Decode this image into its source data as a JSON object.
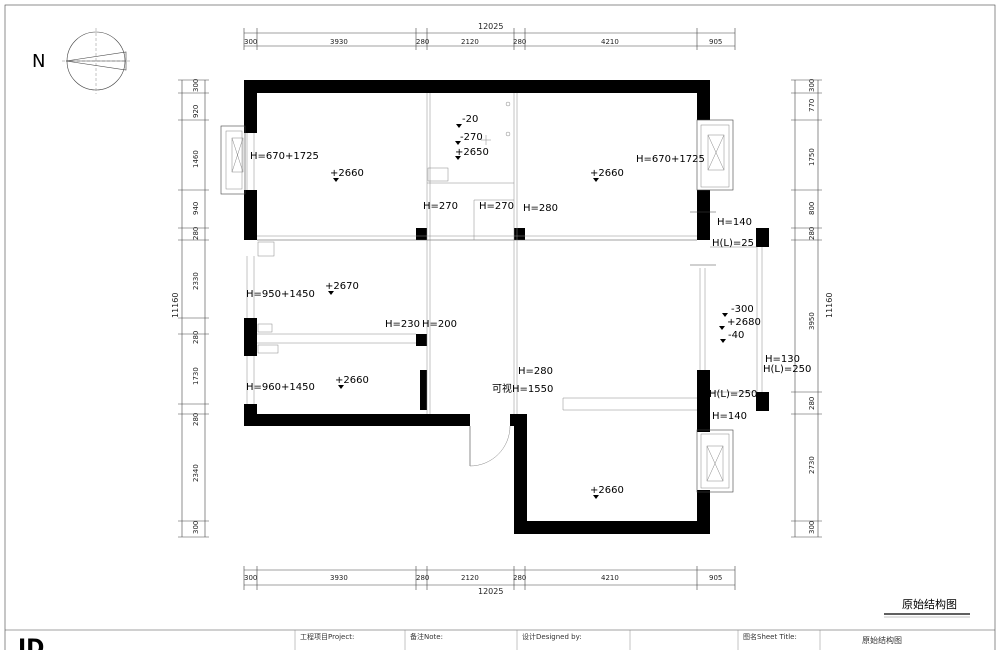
{
  "drawing": {
    "compass_letter": "N",
    "top_total": "12025",
    "bottom_total": "12025",
    "left_total": "11160",
    "right_total": "11160",
    "top_dims": [
      "300",
      "3930",
      "280",
      "2120",
      "280",
      "4210",
      "905"
    ],
    "bottom_dims": [
      "300",
      "3930",
      "280",
      "2120",
      "280",
      "4210",
      "905"
    ],
    "left_dims": [
      "300",
      "920",
      "1460",
      "940",
      "280",
      "2330",
      "280",
      "1730",
      "280",
      "2340",
      "300"
    ],
    "right_dims": [
      "300",
      "770",
      "1750",
      "800",
      "280",
      "3950",
      "280",
      "2730",
      "300"
    ],
    "labels": {
      "room1_window": "H=670+1725",
      "room1_level": "+2660",
      "bath_level_1": "-20",
      "bath_level_2": "-270",
      "bath_level_3": "+2650",
      "room2_window": "H=670+1725",
      "room2_level": "+2660",
      "beam_a": "H=270",
      "beam_b": "H=270",
      "beam_c": "H=280",
      "beam_d": "H=140",
      "beam_e": "H(L)=25",
      "left_window_1": "H=950+1450",
      "mid_level": "+2670",
      "beam_f": "H=230",
      "beam_g": "H=200",
      "right_level_1": "-300",
      "right_level_2": "+2680",
      "right_level_3": "-40",
      "left_window_2": "H=960+1450",
      "lower_level": "+2660",
      "beam_h": "H=280",
      "ceiling_note": "可视H=1550",
      "beam_i": "H=130",
      "beam_j": "H(L)=250",
      "beam_k": "H(L)=250",
      "beam_l": "H=140",
      "bottom_room_level": "+2660"
    },
    "sheet_title": "原始结构图"
  },
  "title_block": {
    "logo": "ID",
    "project": "工程项目Project:",
    "note": "备注Note:",
    "designer": "设计Designed by:",
    "sheet_name_label": "图名Sheet Title:",
    "sheet_name_value": "原始结构图"
  }
}
